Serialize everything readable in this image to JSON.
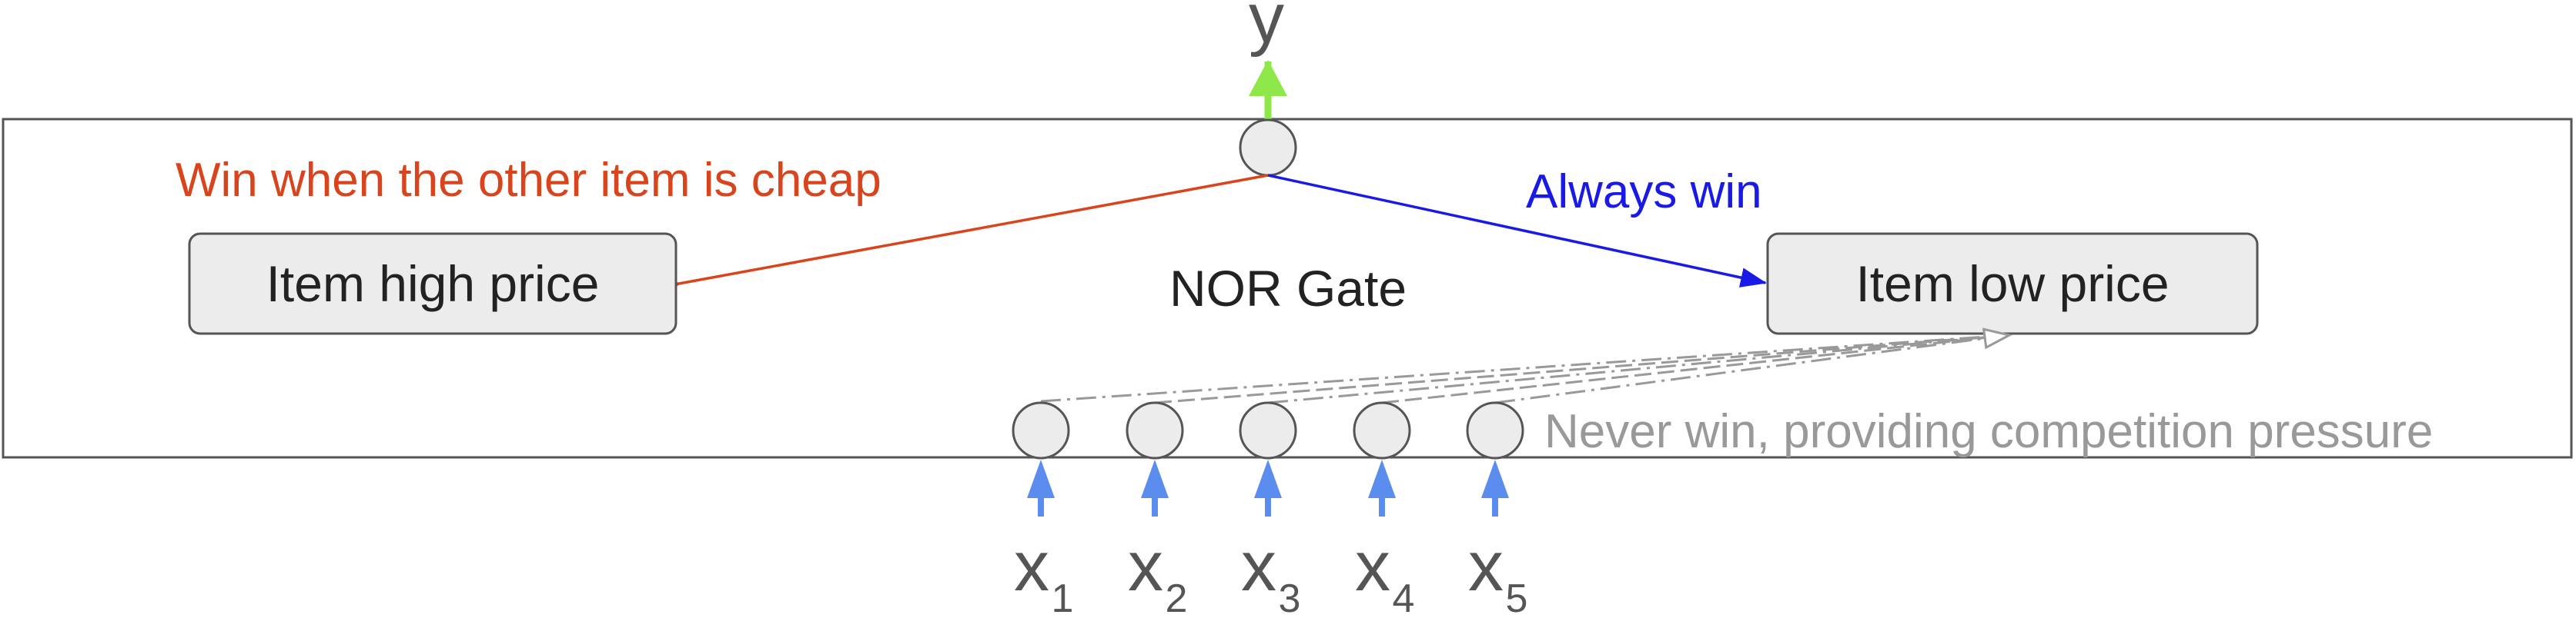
{
  "diagram": {
    "gate_label": "NOR Gate",
    "output_label": "y",
    "items": {
      "high": "Item high price",
      "low": "Item low price"
    },
    "annotations": {
      "high_rule": "Win when the other item is cheap",
      "low_rule": "Always win",
      "inputs_rule": "Never win, providing competition pressure"
    },
    "inputs": [
      {
        "base": "x",
        "sub": "1"
      },
      {
        "base": "x",
        "sub": "2"
      },
      {
        "base": "x",
        "sub": "3"
      },
      {
        "base": "x",
        "sub": "4"
      },
      {
        "base": "x",
        "sub": "5"
      }
    ],
    "colors": {
      "high_rule": "#d9441d",
      "low_rule": "#1a1ae6",
      "output_arrow": "#8ee84a",
      "input_arrow": "#5b8def",
      "pressure": "#999999",
      "node_fill": "#ececec",
      "stroke": "#555555",
      "text": "#222222",
      "input_text": "#555555"
    }
  }
}
